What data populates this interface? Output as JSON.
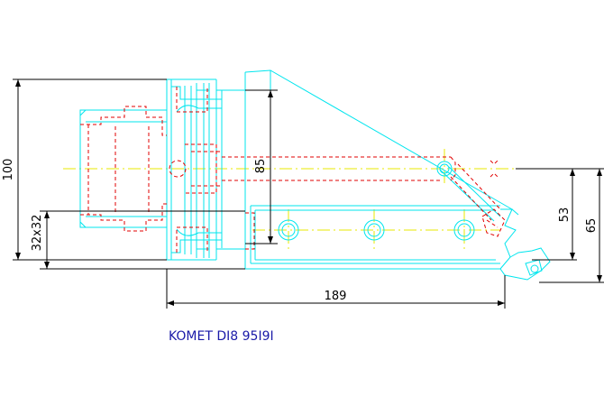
{
  "colors": {
    "background": "#ffffff",
    "outline": "#00e5ee",
    "hidden": "#e00000",
    "centerline": "#e8e800",
    "dimension": "#000000",
    "title": "#1a1aa8"
  },
  "dimensions": {
    "overall_height": "100",
    "inner_height": "85",
    "shank_section": "32x32",
    "right_height_inner": "53",
    "right_height_outer": "65",
    "overall_length": "189"
  },
  "caption": "KOMET DI8 95I9I"
}
